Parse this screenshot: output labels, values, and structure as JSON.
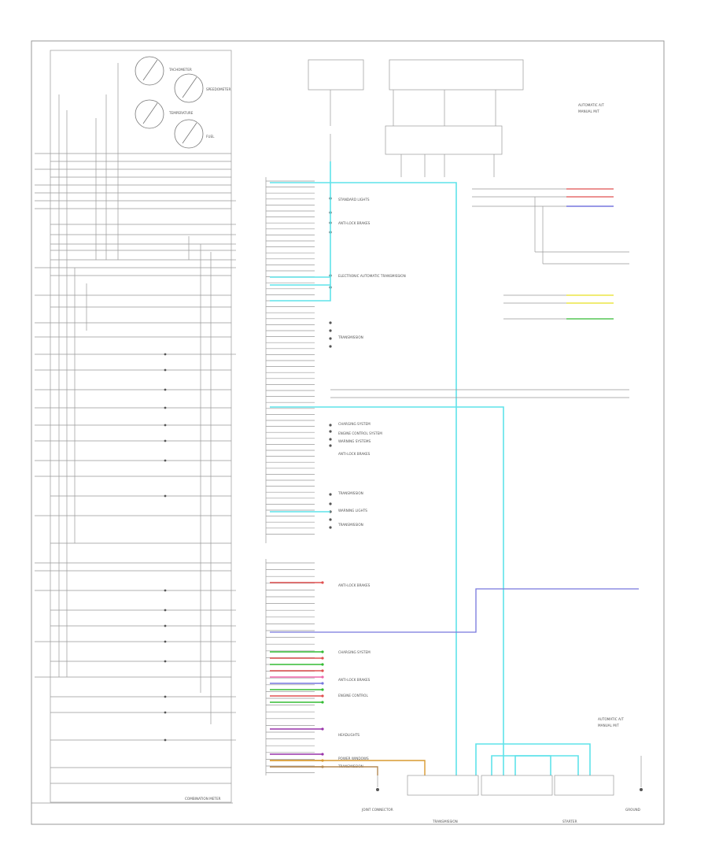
{
  "diagram": {
    "title": "",
    "colors": {
      "wire": "#999999",
      "cyan": "#5fe3ea",
      "blue": "#7777dd",
      "red": "#e05050",
      "green": "#33bb33",
      "yellow": "#e8e020",
      "purple": "#9933aa",
      "orange": "#d89a30",
      "brown": "#b58a55",
      "pink": "#ee66aa"
    },
    "cluster_labels": [
      "COMBINATION METER"
    ],
    "gauges": [
      "TACHOMETER",
      "SPEEDOMETER",
      "TEMPERATURE",
      "FUEL"
    ],
    "center_systems": [
      "STANDARD LIGHTS",
      "ANTI-LOCK BRAKES",
      "ELECTRONIC AUTOMATIC TRANSMISSION",
      "TRANSMISSION",
      "CHARGING SYSTEM",
      "ENGINE CONTROL SYSTEM",
      "WARNING SYSTEMS",
      "ANTI-LOCK BRAKES",
      "TRANSMISSION",
      "WARNING LIGHTS",
      "TRANSMISSION",
      "ANTI-LOCK BRAKES",
      "CHARGING SYSTEM",
      "ANTI-LOCK BRAKES",
      "ENGINE CONTROL",
      "HEADLIGHTS",
      "POWER WINDOWS",
      "TRANSMISSION"
    ],
    "legend": [
      "AUTOMATIC A/T",
      "MANUAL M/T"
    ],
    "bottom_labels": [
      "JOINT CONNECTOR",
      "TRANSMISSION",
      "STARTER",
      "GROUND"
    ]
  }
}
